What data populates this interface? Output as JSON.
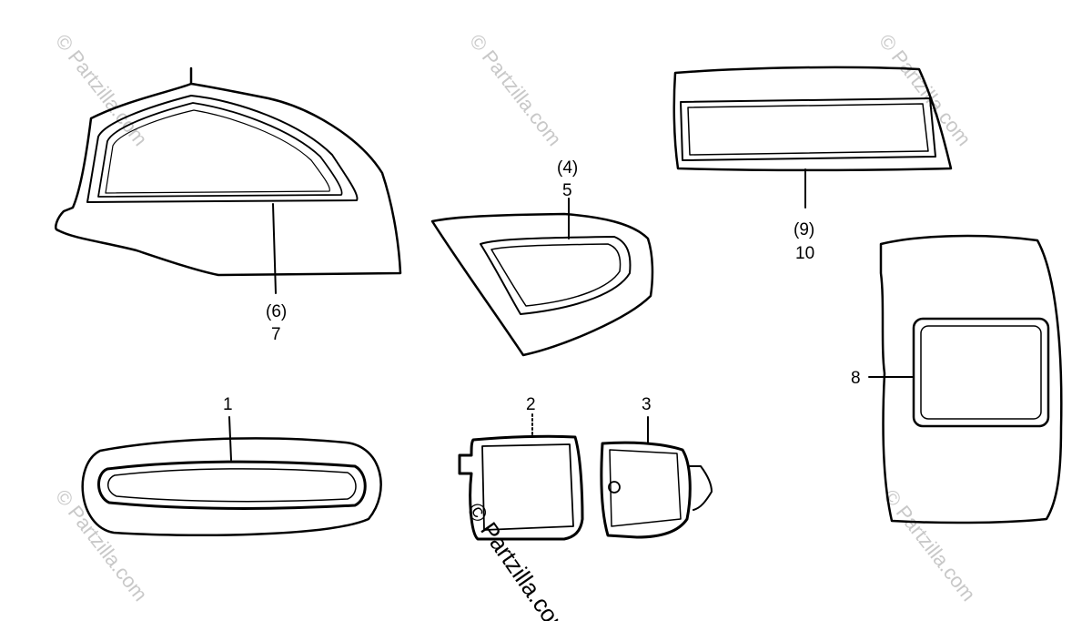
{
  "diagram": {
    "callouts": {
      "c1": "1",
      "c2": "2",
      "c3": "3",
      "c4": "(4)",
      "c5": "5",
      "c6": "(6)",
      "c7": "7",
      "c8": "8",
      "c9": "(9)",
      "c10": "10"
    },
    "watermark": "© Partzilla.com",
    "watermark_center": "© Partzilla.com"
  }
}
